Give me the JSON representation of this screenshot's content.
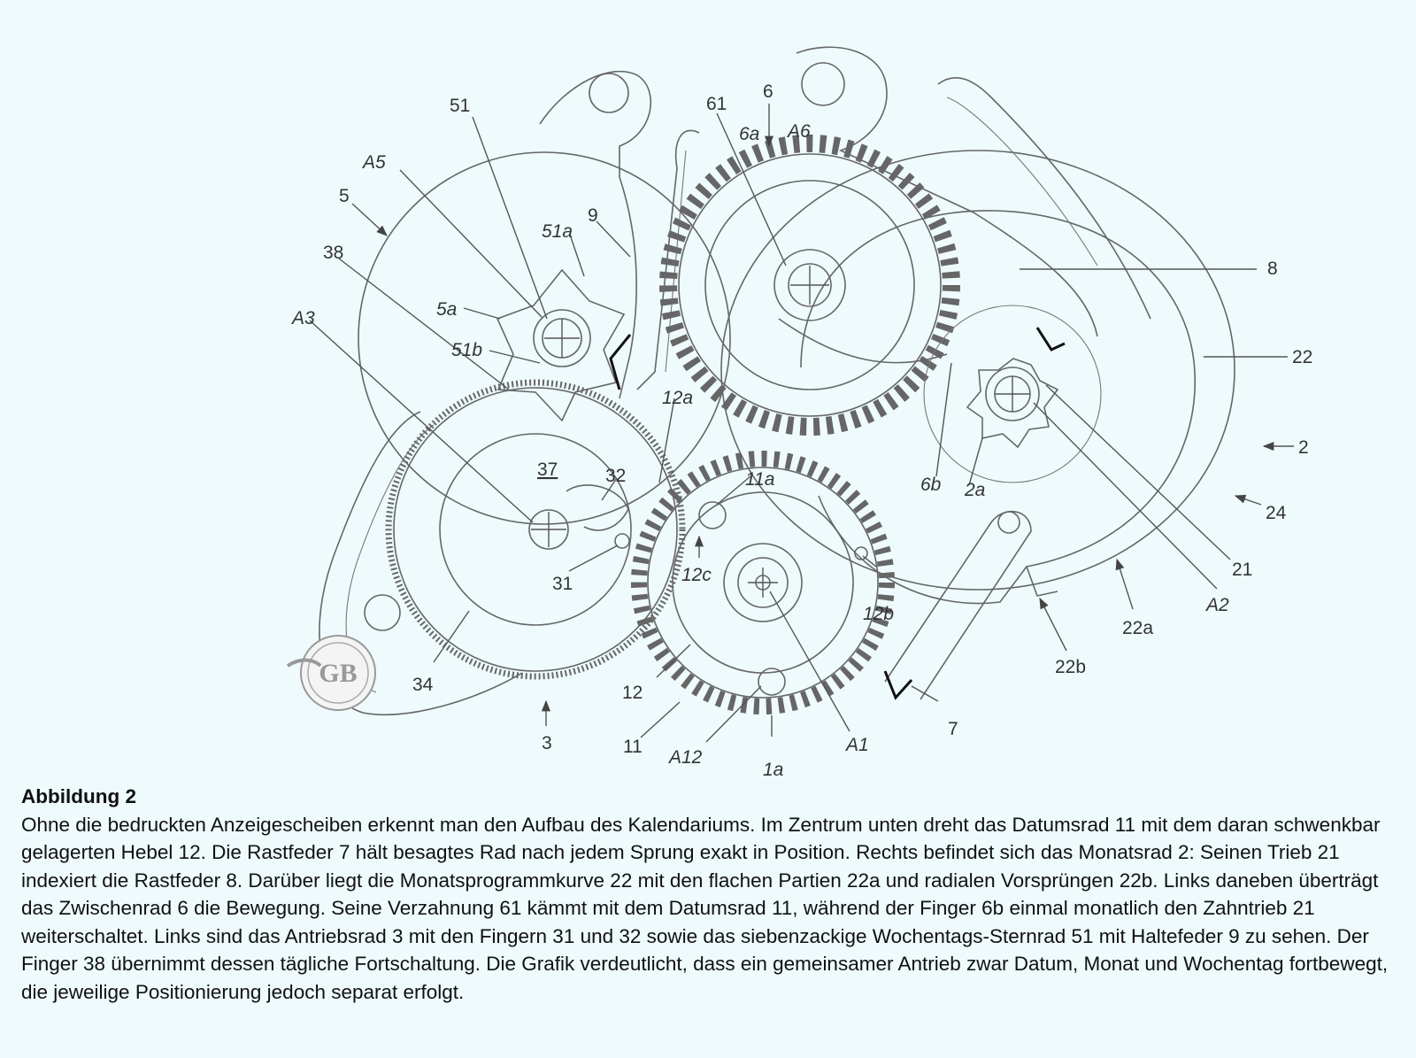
{
  "figure": {
    "labels": {
      "l51": "51",
      "l61": "61",
      "l6": "6",
      "l6a": "6a",
      "lA6": "A6",
      "lA5": "A5",
      "l5": "5",
      "l51a": "51a",
      "l9": "9",
      "l38": "38",
      "l5a": "5a",
      "lA3": "A3",
      "l51b": "51b",
      "l12a": "12a",
      "l37": "37",
      "l32": "32",
      "l11a": "11a",
      "l31": "31",
      "l12c": "12c",
      "l12b": "12b",
      "l34": "34",
      "l12": "12",
      "l3": "3",
      "l11": "11",
      "lA12": "A12",
      "l1a": "1a",
      "lA1": "A1",
      "l7": "7",
      "l8": "8",
      "l22": "22",
      "l2": "2",
      "l24": "24",
      "l21": "21",
      "lA2": "A2",
      "l22a": "22a",
      "l22b": "22b",
      "l6b": "6b",
      "l2a": "2a"
    },
    "logo_text": "GB"
  },
  "caption": {
    "title": "Abbildung 2",
    "text": "Ohne die bedruckten Anzeigescheiben erkennt man den Aufbau des Kalendariums. Im Zentrum unten dreht das Datumsrad 11 mit dem daran schwenkbar gelagerten Hebel 12. Die Rastfeder 7 hält besagtes Rad nach jedem Sprung exakt in Position. Rechts befindet sich das Monatsrad 2: Seinen Trieb 21 indexiert die Rastfeder 8. Darüber liegt die Monatsprogrammkurve 22 mit den flachen Partien 22a und radialen Vorsprüngen 22b. Links daneben überträgt das Zwischenrad 6 die Bewegung. Seine Verzahnung 61 kämmt mit dem Datumsrad 11, während der Finger 6b einmal monatlich den Zahntrieb 21 weiterschaltet. Links sind das Antriebsrad 3 mit den Fingern 31 und 32 sowie das siebenzackige Wochentags-Sternrad 51 mit Haltefeder 9 zu sehen. Der Finger 38 übernimmt dessen tägliche Fortschaltung. Die Grafik verdeutlicht, dass ein gemeinsamer Antrieb zwar Datum, Monat und Wochentag fortbewegt, die jeweilige Positionierung jedoch separat erfolgt."
  }
}
